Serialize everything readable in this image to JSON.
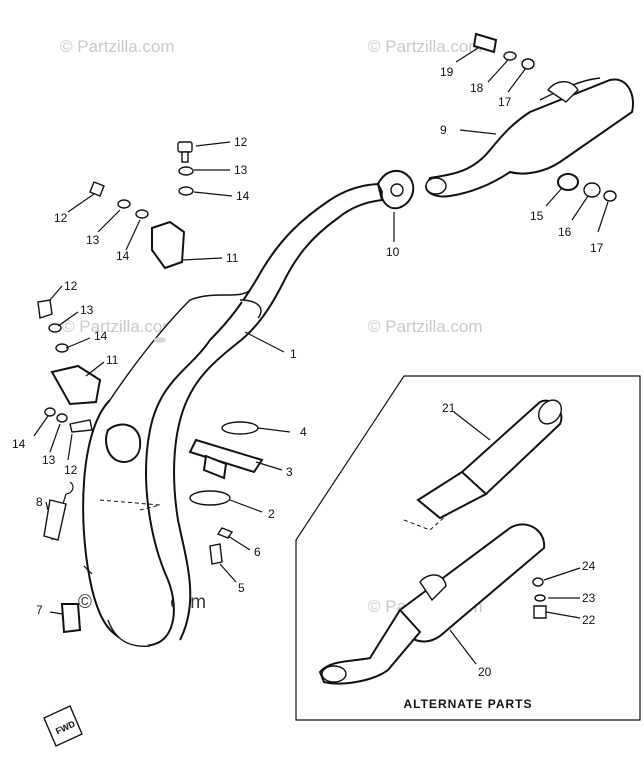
{
  "watermarks": {
    "top_left": "© Partzilla.com",
    "top_right": "© Partzilla.com",
    "mid_left": "© Partzilla.com",
    "mid_right": "© Partzilla.com",
    "lower_right": "© Partzilla.com",
    "bottom_left": "© Partzilla.com"
  },
  "box_caption": "ALTERNATE PARTS",
  "fwd_label": "FWD",
  "callouts": {
    "c1": "1",
    "c2": "2",
    "c3": "3",
    "c4": "4",
    "c5": "5",
    "c6": "6",
    "c7": "7",
    "c8": "8",
    "c9": "9",
    "c10": "10",
    "c11a": "11",
    "c11b": "11",
    "c12a": "12",
    "c12b": "12",
    "c12c": "12",
    "c12d": "12",
    "c13a": "13",
    "c13b": "13",
    "c13c": "13",
    "c13d": "13",
    "c14a": "14",
    "c14b": "14",
    "c14c": "14",
    "c14d": "14",
    "c15": "15",
    "c16": "16",
    "c17a": "17",
    "c17b": "17",
    "c18": "18",
    "c19": "19",
    "c20": "20",
    "c21": "21",
    "c22": "22",
    "c23": "23",
    "c24": "24"
  }
}
